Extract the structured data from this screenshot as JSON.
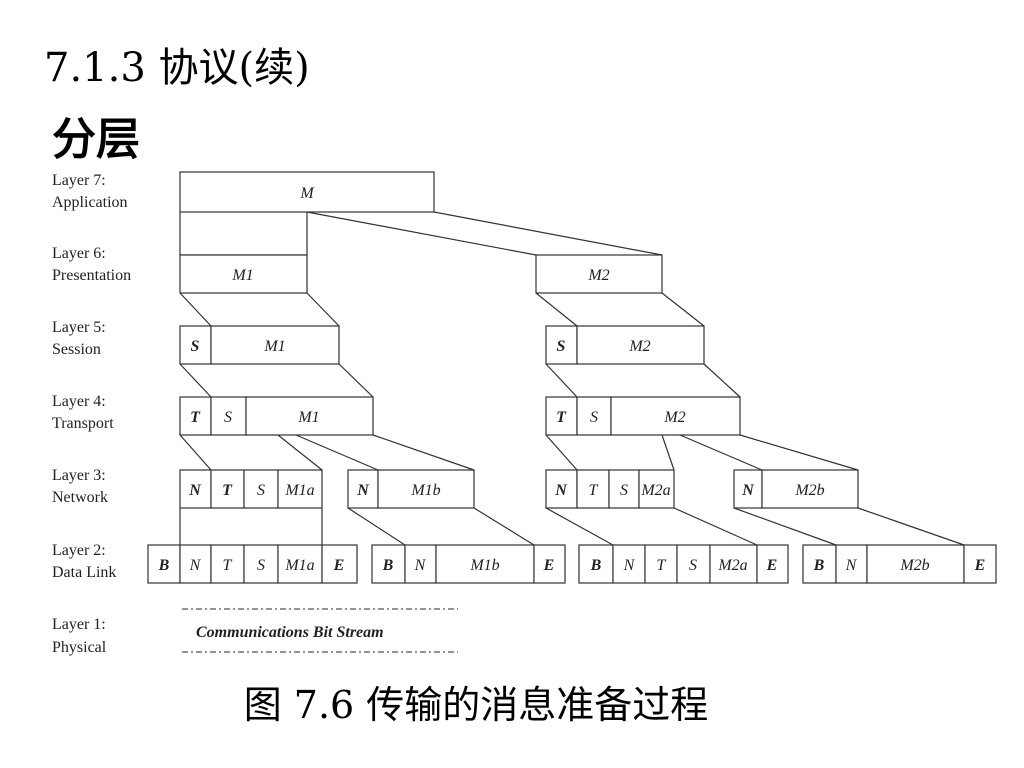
{
  "header": {
    "title": "7.1.3 协议(续)",
    "section": "分层"
  },
  "diagram": {
    "layers": [
      {
        "line1": "Layer 7:",
        "line2": "Application"
      },
      {
        "line1": "Layer 6:",
        "line2": "Presentation"
      },
      {
        "line1": "Layer 5:",
        "line2": "Session"
      },
      {
        "line1": "Layer 4:",
        "line2": "Transport"
      },
      {
        "line1": "Layer 3:",
        "line2": "Network"
      },
      {
        "line1": "Layer 2:",
        "line2": "Data Link"
      },
      {
        "line1": "Layer 1:",
        "line2": "Physical"
      }
    ],
    "messages": {
      "m": "M",
      "m1": "M1",
      "m2": "M2",
      "m1a": "M1a",
      "m1b": "M1b",
      "m2a": "M2a",
      "m2b": "M2b"
    },
    "headers": {
      "session": "S",
      "transport": "T",
      "network": "N",
      "datalink_begin": "B",
      "datalink_end": "E"
    },
    "physical_label": "Communications Bit Stream"
  },
  "caption": "图 7.6 传输的消息准备过程"
}
